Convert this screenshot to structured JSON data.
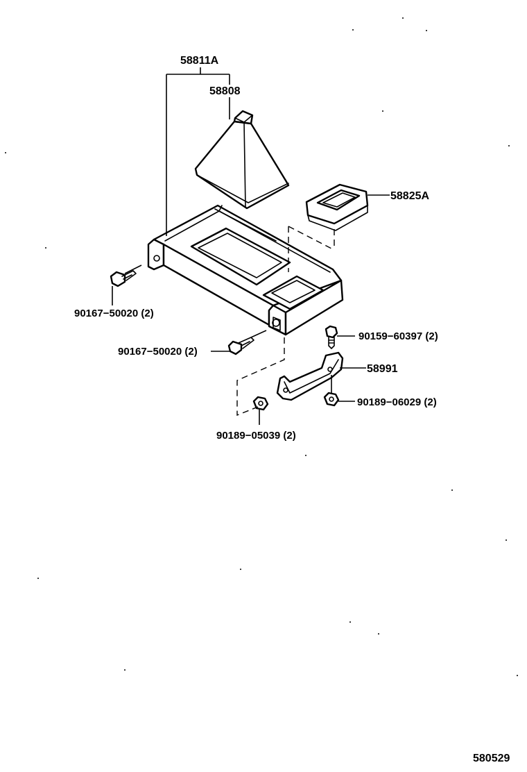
{
  "diagram_id": "580529",
  "parts": [
    {
      "id": "p58811A",
      "number": "58811A"
    },
    {
      "id": "p58808",
      "number": "58808"
    },
    {
      "id": "p58825A",
      "number": "58825A"
    },
    {
      "id": "p90167a",
      "number": "90167−50020 (2)"
    },
    {
      "id": "p90167b",
      "number": "90167−50020 (2)"
    },
    {
      "id": "p90159",
      "number": "90159−60397 (2)"
    },
    {
      "id": "p58991",
      "number": "58991"
    },
    {
      "id": "p90189a",
      "number": "90189−06029 (2)"
    },
    {
      "id": "p90189b",
      "number": "90189−05039 (2)"
    }
  ]
}
